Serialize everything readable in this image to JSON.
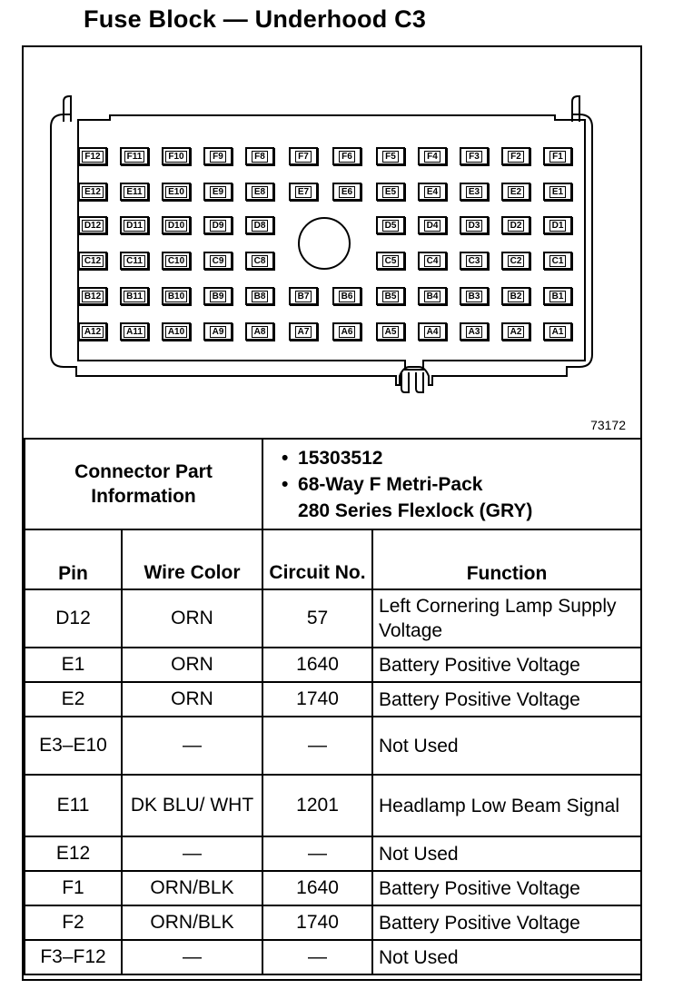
{
  "title": "Fuse Block — Underhood C3",
  "figure_number": "73172",
  "fuse_rows": [
    [
      "F12",
      "F11",
      "F10",
      "F9",
      "F8",
      "F7",
      "F6",
      "F5",
      "F4",
      "F3",
      "F2",
      "F1"
    ],
    [
      "E12",
      "E11",
      "E10",
      "E9",
      "E8",
      "E7",
      "E6",
      "E5",
      "E4",
      "E3",
      "E2",
      "E1"
    ],
    [
      "D12",
      "D11",
      "D10",
      "D9",
      "D8",
      "",
      "",
      "D5",
      "D4",
      "D3",
      "D2",
      "D1"
    ],
    [
      "C12",
      "C11",
      "C10",
      "C9",
      "C8",
      "",
      "",
      "C5",
      "C4",
      "C3",
      "C2",
      "C1"
    ],
    [
      "B12",
      "B11",
      "B10",
      "B9",
      "B8",
      "B7",
      "B6",
      "B5",
      "B4",
      "B3",
      "B2",
      "B1"
    ],
    [
      "A12",
      "A11",
      "A10",
      "A9",
      "A8",
      "A7",
      "A6",
      "A5",
      "A4",
      "A3",
      "A2",
      "A1"
    ]
  ],
  "connector_info": {
    "label": "Connector Part Information",
    "part_number": "15303512",
    "description_line1": "68-Way F Metri-Pack",
    "description_line2": "280 Series Flexlock (GRY)"
  },
  "columns": {
    "pin": "Pin",
    "wire_color": "Wire Color",
    "circuit_no": "Circuit No.",
    "function": "Function"
  },
  "rows": [
    {
      "pin": "D12",
      "wire": "ORN",
      "circuit": "57",
      "function": "Left Cornering Lamp Supply Voltage"
    },
    {
      "pin": "E1",
      "wire": "ORN",
      "circuit": "1640",
      "function": "Battery Positive Voltage"
    },
    {
      "pin": "E2",
      "wire": "ORN",
      "circuit": "1740",
      "function": "Battery Positive Voltage"
    },
    {
      "pin": "E3–E10",
      "wire": "—",
      "circuit": "—",
      "function": "Not Used"
    },
    {
      "pin": "E11",
      "wire": "DK BLU/ WHT",
      "circuit": "1201",
      "function": "Headlamp Low Beam Signal"
    },
    {
      "pin": "E12",
      "wire": "—",
      "circuit": "—",
      "function": "Not Used"
    },
    {
      "pin": "F1",
      "wire": "ORN/BLK",
      "circuit": "1640",
      "function": "Battery Positive Voltage"
    },
    {
      "pin": "F2",
      "wire": "ORN/BLK",
      "circuit": "1740",
      "function": "Battery Positive Voltage"
    },
    {
      "pin": "F3–F12",
      "wire": "—",
      "circuit": "—",
      "function": "Not Used"
    }
  ]
}
